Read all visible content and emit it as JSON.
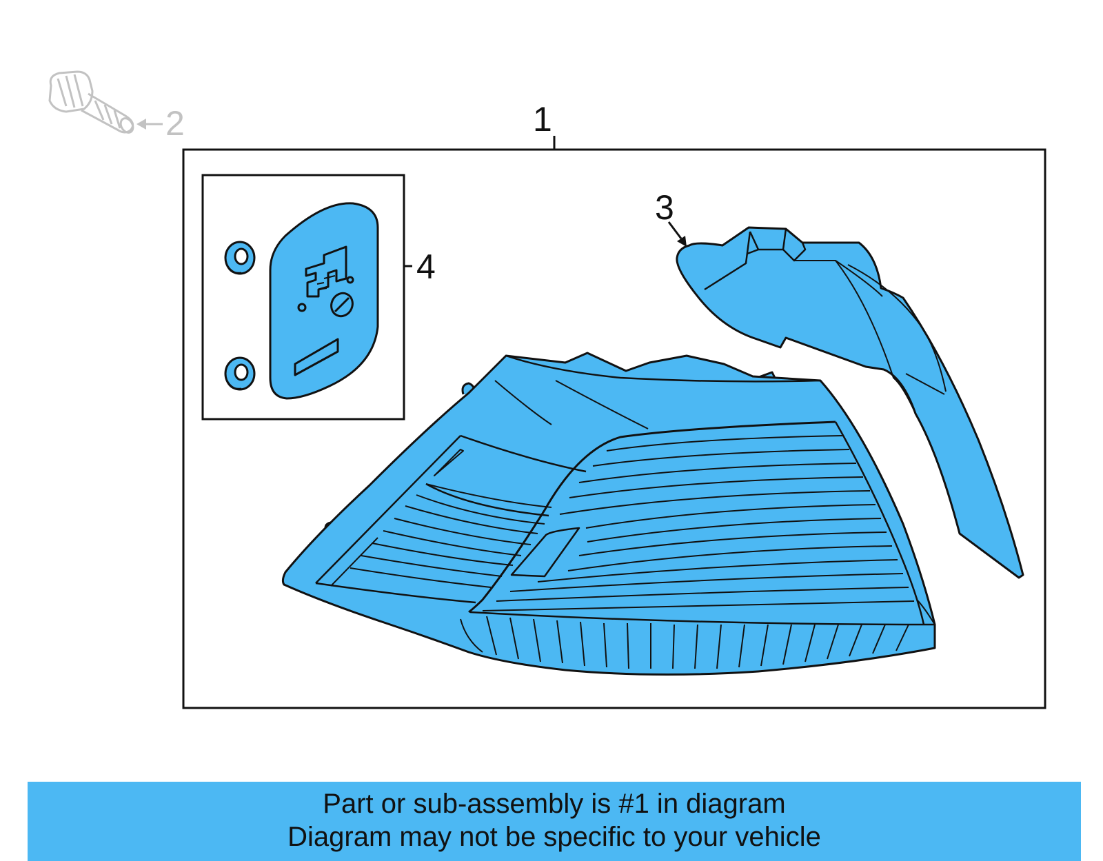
{
  "callouts": {
    "c1": "1",
    "c2": "2",
    "c3": "3",
    "c4": "4"
  },
  "banner": {
    "line1": "Part or sub-assembly is #1 in diagram",
    "line2": "Diagram may not be specific to your vehicle"
  },
  "colors": {
    "part_fill": "#4cb8f3",
    "banner_fill": "#4cb8f3",
    "outline": "#111111",
    "ghost": "#c2c2c2"
  }
}
